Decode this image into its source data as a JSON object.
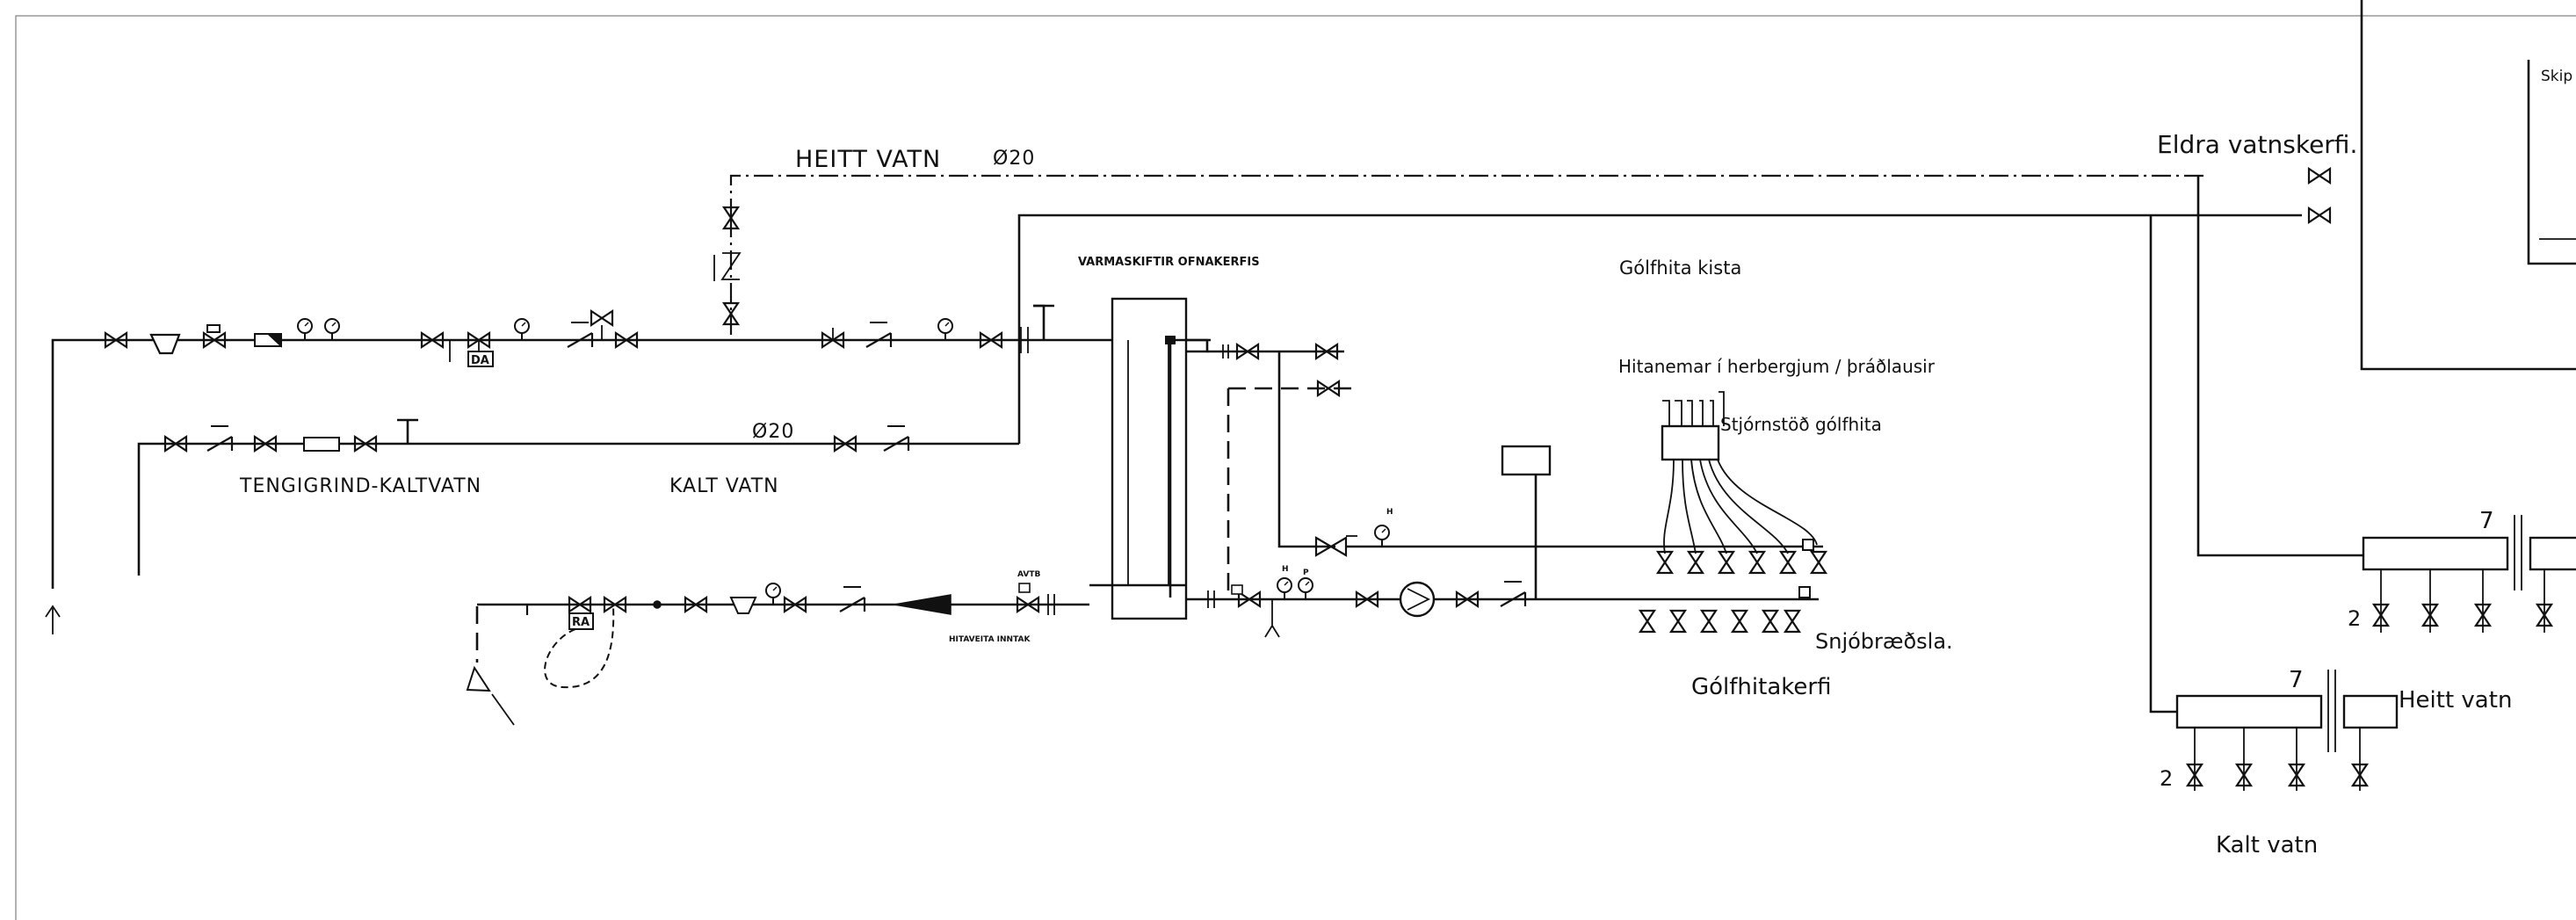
{
  "labels": {
    "heitt_vatn_main": "HEITT VATN",
    "heitt_vatn_dim": "Ø20",
    "kalt_vatn_dim": "Ø20",
    "tengigrind": "TENGIGRIND-KALTVATN",
    "kalt_vatn_main": "KALT VATN",
    "varmaskiftir": "VARMASKIFTIR OFNAKERFIS",
    "golfhita_kista": "Gólfhita kista",
    "hitanemar": "Hitanemar í herbergjum / þráðlausir",
    "stjornstod": "Stjórnstöð gólfhita",
    "snjobraedsla": "Snjóbræðsla.",
    "golfhitakerfi": "Gólfhitakerfi",
    "eldra_vatnskerfi": "Eldra vatnskerfi.",
    "heitt_vatn_right": "Heitt vatn",
    "kalt_vatn_right": "Kalt vatn",
    "skip": "Skip",
    "num_7_upper": "7",
    "num_7_lower": "7",
    "num_2_upper": "2",
    "num_2_lower": "2",
    "sym_da": "DA",
    "sym_ra": "RA",
    "sym_h1": "H",
    "sym_h2": "H",
    "sym_p": "P",
    "avtb": "AVTB",
    "hitavatn_small": "HITAVEITA INNTAK"
  }
}
